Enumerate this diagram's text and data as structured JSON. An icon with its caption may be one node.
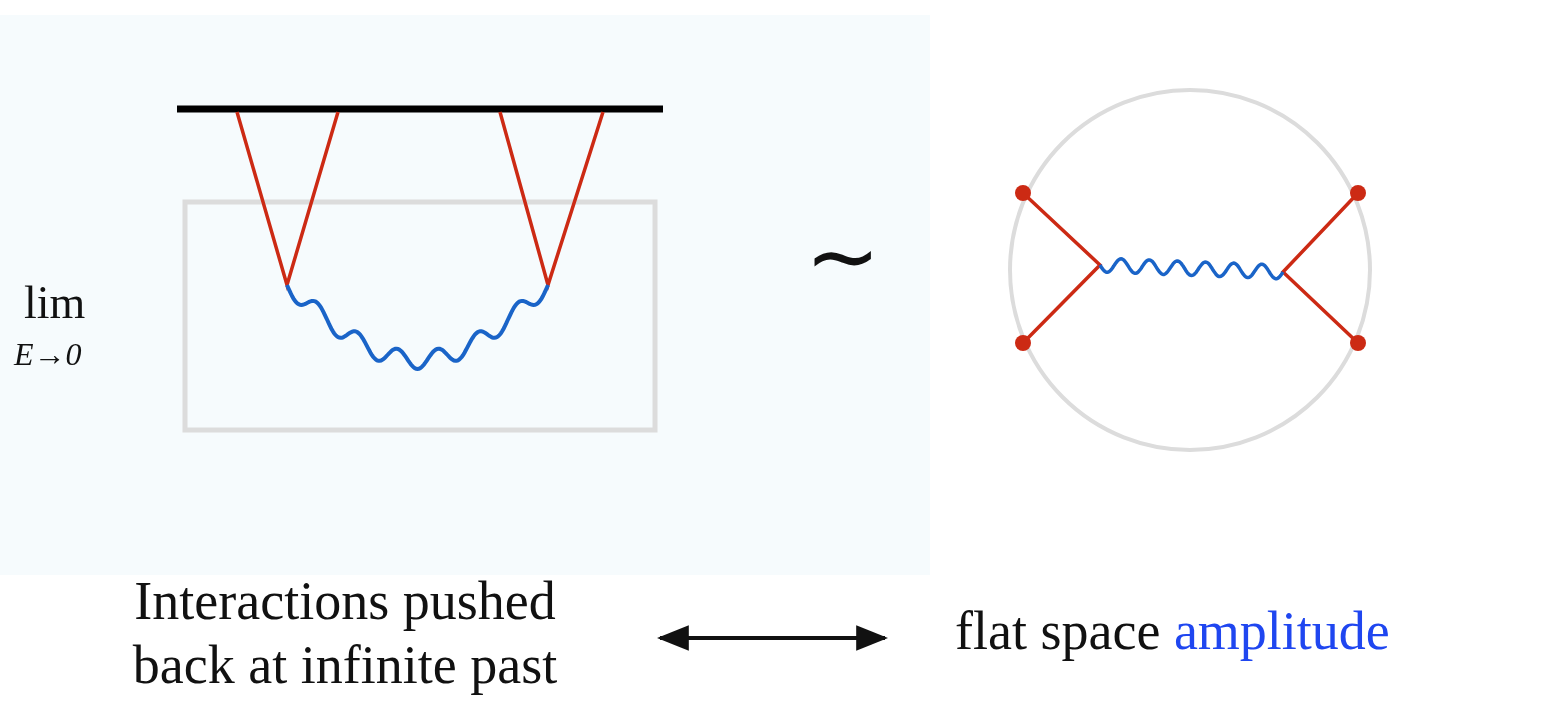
{
  "diagram": {
    "nodes": [
      {
        "text": [
          "Interactions pushed back at infinite past"
        ]
      },
      {
        "text": [
          "flat space",
          "amplitude"
        ]
      }
    ],
    "edges": [
      {
        "from": 0,
        "to": 1,
        "arrow": "both"
      }
    ],
    "labels": [
      "lim",
      "E→0",
      "∼"
    ]
  }
}
